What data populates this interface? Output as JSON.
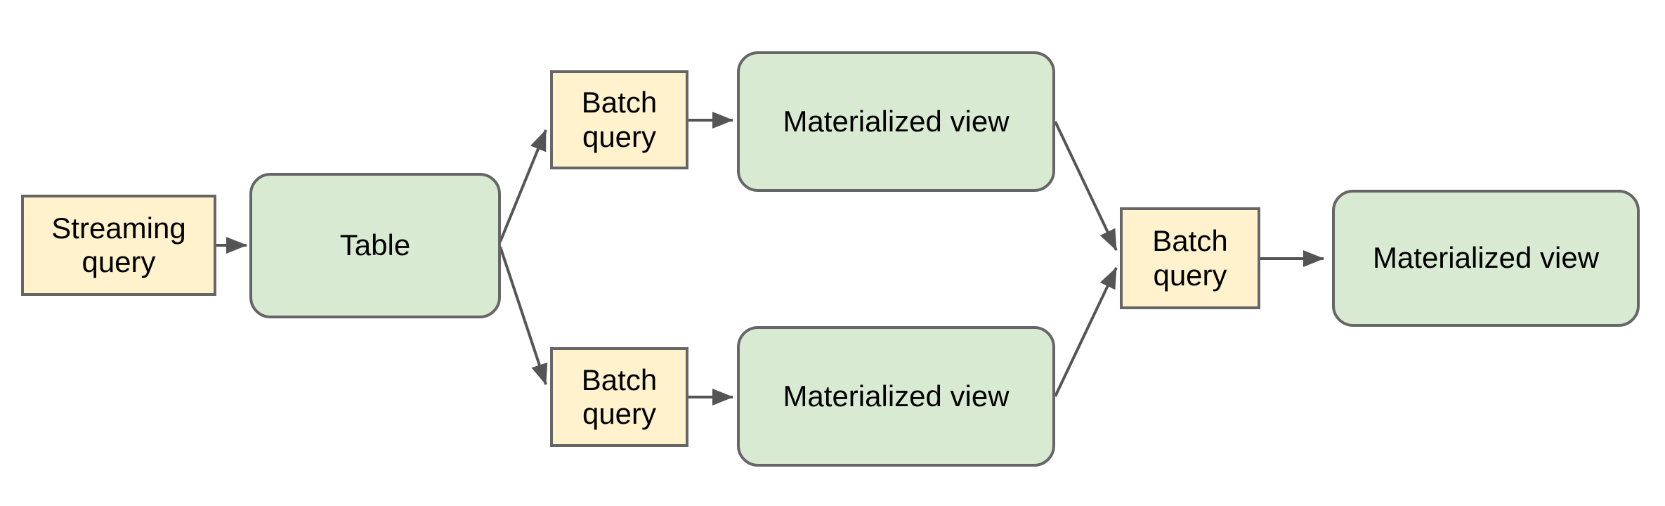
{
  "diagram": {
    "colors": {
      "canvas_bg": "#ffffff",
      "query_fill": "#fff2cc",
      "view_fill": "#d9ead3",
      "node_border": "#666666",
      "connector": "#555555",
      "text": "#000000"
    },
    "nodes": [
      {
        "id": "streaming-query",
        "label": "Streaming query",
        "kind": "query"
      },
      {
        "id": "table",
        "label": "Table",
        "kind": "view"
      },
      {
        "id": "batch-query-top",
        "label": "Batch query",
        "kind": "query"
      },
      {
        "id": "materialized-view-top",
        "label": "Materialized view",
        "kind": "view"
      },
      {
        "id": "batch-query-bottom",
        "label": "Batch query",
        "kind": "query"
      },
      {
        "id": "materialized-view-bottom",
        "label": "Materialized view",
        "kind": "view"
      },
      {
        "id": "batch-query-right",
        "label": "Batch query",
        "kind": "query"
      },
      {
        "id": "materialized-view-right",
        "label": "Materialized view",
        "kind": "view"
      }
    ],
    "edges": [
      {
        "from": "streaming-query",
        "to": "table"
      },
      {
        "from": "table",
        "to": "batch-query-top"
      },
      {
        "from": "table",
        "to": "batch-query-bottom"
      },
      {
        "from": "batch-query-top",
        "to": "materialized-view-top"
      },
      {
        "from": "batch-query-bottom",
        "to": "materialized-view-bottom"
      },
      {
        "from": "materialized-view-top",
        "to": "batch-query-right"
      },
      {
        "from": "materialized-view-bottom",
        "to": "batch-query-right"
      },
      {
        "from": "batch-query-right",
        "to": "materialized-view-right"
      }
    ]
  }
}
